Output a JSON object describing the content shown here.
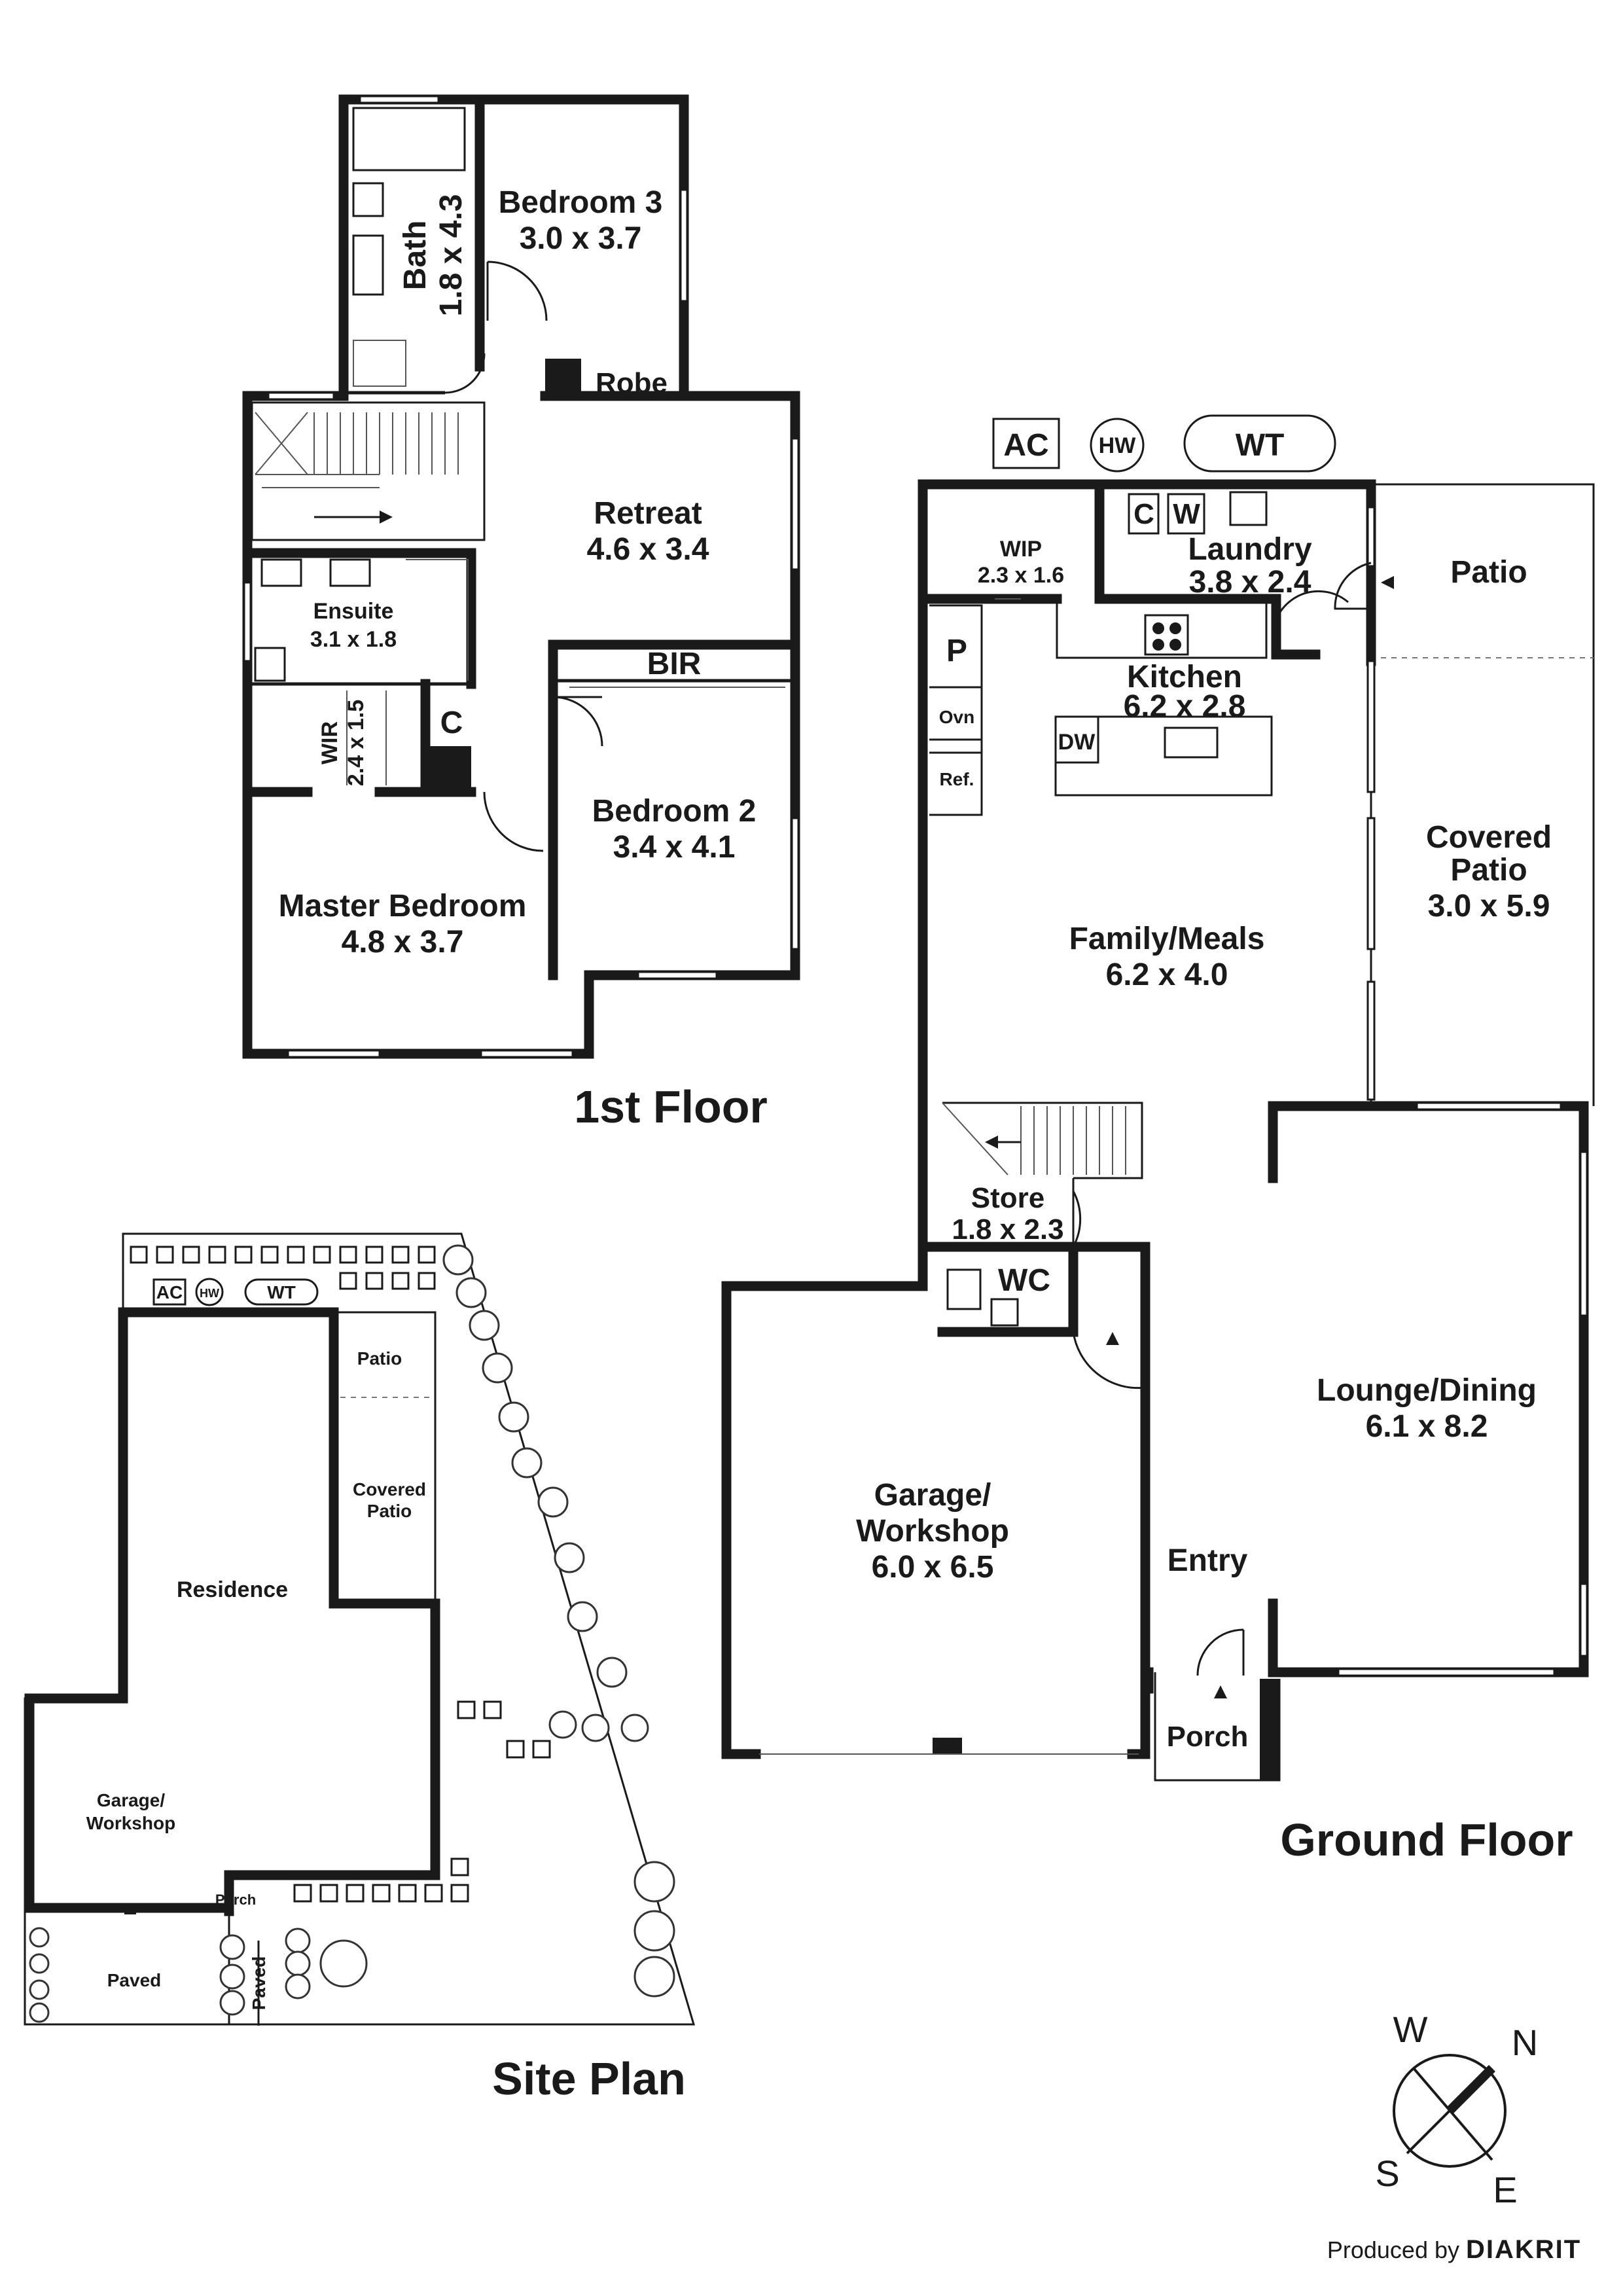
{
  "first_floor": {
    "title": "1st Floor",
    "rooms": {
      "bedroom3": {
        "name": "Bedroom 3",
        "size": "3.0 x 3.7"
      },
      "bath": {
        "name": "Bath",
        "size": "1.8 x 4.3"
      },
      "robe": {
        "name": "Robe"
      },
      "retreat": {
        "name": "Retreat",
        "size": "4.6 x 3.4"
      },
      "ensuite": {
        "name": "Ensuite",
        "size": "3.1 x 1.8"
      },
      "bir": {
        "name": "BIR"
      },
      "wir": {
        "name": "WIR",
        "size": "2.4 x 1.5"
      },
      "linen": {
        "name": "C"
      },
      "bedroom2": {
        "name": "Bedroom 2",
        "size": "3.4 x 4.1"
      },
      "master": {
        "name": "Master Bedroom",
        "size": "4.8 x 3.7"
      }
    }
  },
  "ground_floor": {
    "title": "Ground Floor",
    "services": {
      "ac": "AC",
      "hw": "HW",
      "wt": "WT"
    },
    "rooms": {
      "wip": {
        "name": "WIP",
        "size": "2.3 x 1.6"
      },
      "c": {
        "name": "C"
      },
      "w": {
        "name": "W"
      },
      "laundry": {
        "name": "Laundry",
        "size": "3.8 x 2.4"
      },
      "patio": {
        "name": "Patio"
      },
      "pantry": {
        "name": "P"
      },
      "oven": {
        "name": "Ovn"
      },
      "fridge": {
        "name": "Ref."
      },
      "kitchen": {
        "name": "Kitchen",
        "size": "6.2 x 2.8"
      },
      "dishwasher": {
        "name": "DW"
      },
      "covered_patio": {
        "name_line1": "Covered",
        "name_line2": "Patio",
        "size": "3.0 x 5.9"
      },
      "family": {
        "name": "Family/Meals",
        "size": "6.2 x 4.0"
      },
      "store": {
        "name": "Store",
        "size": "1.8 x 2.3"
      },
      "wc": {
        "name": "WC"
      },
      "garage": {
        "name_line1": "Garage/",
        "name_line2": "Workshop",
        "size": "6.0 x 6.5"
      },
      "lounge": {
        "name": "Lounge/Dining",
        "size": "6.1 x 8.2"
      },
      "entry": {
        "name": "Entry"
      },
      "porch": {
        "name": "Porch"
      }
    }
  },
  "site_plan": {
    "title": "Site Plan",
    "labels": {
      "ac": "AC",
      "hw": "HW",
      "wt": "WT",
      "patio": "Patio",
      "covered_line1": "Covered",
      "covered_line2": "Patio",
      "residence": "Residence",
      "garage_line1": "Garage/",
      "garage_line2": "Workshop",
      "porch": "Porch",
      "paved_left": "Paved",
      "paved_small": "Paved"
    }
  },
  "compass": {
    "w": "W",
    "n": "N",
    "s": "S",
    "e": "E"
  },
  "credit": {
    "produced_by": "Produced by",
    "brand": "DIAKRIT"
  }
}
